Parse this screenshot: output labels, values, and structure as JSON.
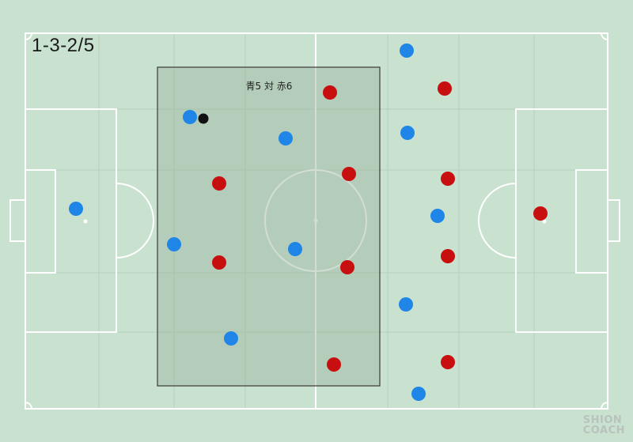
{
  "formation": "1-3-2/5",
  "zone_caption": "青5 対 赤6",
  "watermark": {
    "line1": "SHION",
    "line2": "COACH"
  },
  "colors": {
    "background": "#c9e2cf",
    "lines": "#ffffff",
    "zone_fill": "#9bb3a0",
    "zone_stroke": "#3a3a3a",
    "blue_team": "#1f86e8",
    "red_team": "#c80f10",
    "ball": "#111111"
  }
}
